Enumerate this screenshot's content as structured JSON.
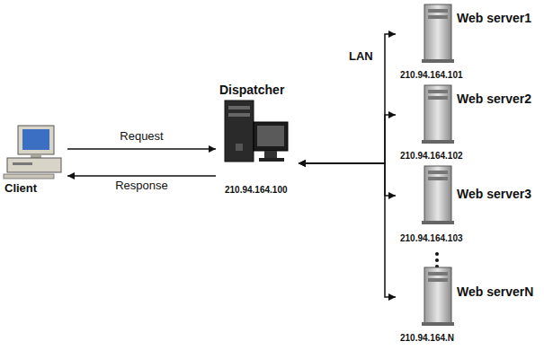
{
  "diagram": {
    "nodes": [
      {
        "text": [
          "Client"
        ]
      },
      {
        "text": [
          "Dispatcher",
          "210.94.164.100"
        ]
      },
      {
        "text": [
          "Web server1",
          "210.94.164.101"
        ]
      },
      {
        "text": [
          "Web server2",
          "210.94.164.102"
        ]
      },
      {
        "text": [
          "Web server3",
          "210.94.164.103"
        ]
      },
      {
        "text": [
          "Web serverN",
          "210.94.164.N"
        ]
      }
    ],
    "edges": [
      {
        "from": 0,
        "to": 1,
        "label": "Request",
        "arrow": "to"
      },
      {
        "from": 1,
        "to": 0,
        "label": "Response",
        "arrow": "to"
      },
      {
        "from": 1,
        "to": 2,
        "arrow": "both"
      },
      {
        "from": 1,
        "to": 3,
        "arrow": "both"
      },
      {
        "from": 1,
        "to": 4,
        "arrow": "both"
      },
      {
        "from": 1,
        "to": 5,
        "arrow": "both"
      }
    ],
    "labels": [
      "LAN"
    ]
  }
}
